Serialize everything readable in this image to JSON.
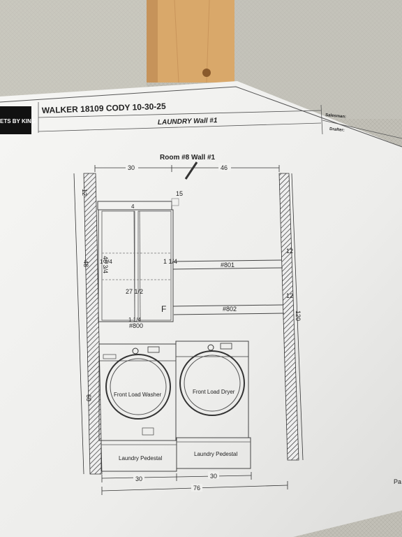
{
  "header": {
    "logo_text": "ETS BY KING",
    "job_title": "WALKER 18109 CODY 10-30-25",
    "drawing_title": "LAUNDRY Wall #1",
    "salesman_label": "Salesman:",
    "drafter_label": "Drafter:"
  },
  "drawing": {
    "room_label": "Room #8 Wall #1",
    "dimensions": {
      "top_left": "30",
      "top_right": "46",
      "left_upper": "12",
      "left_middle": "48",
      "left_lower": "60",
      "right_total": "120",
      "cabinet_top_depth": "4",
      "corner_note": "15",
      "cabinet_height": "48 3/4",
      "cabinet_width": "27 1/2",
      "cabinet_left_gap": "1 1/4",
      "cabinet_right_gap": "1 1/4",
      "cabinet_bottom_gap": "1 1/4",
      "shelf_gap_upper": "12",
      "shelf_gap_lower": "12",
      "bottom_left": "30",
      "bottom_right": "30",
      "bottom_total": "76"
    },
    "cabinet_tag": "#800",
    "cabinet_letter": "F",
    "shelf_upper_tag": "#801",
    "shelf_lower_tag": "#802",
    "washer_label": "Front Load Washer",
    "dryer_label": "Front Load Dryer",
    "pedestal_left_label": "Laundry Pedestal",
    "pedestal_right_label": "Laundry Pedestal",
    "page_label": "Pa"
  }
}
